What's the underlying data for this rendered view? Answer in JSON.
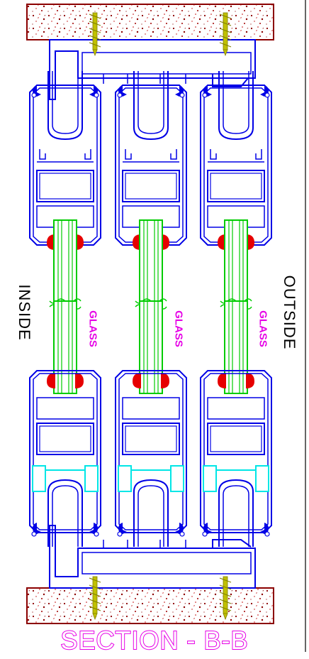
{
  "labels": {
    "inside": "INSIDE",
    "outside": "OUTSIDE",
    "glass": "GLASS",
    "title": "SECTION - B-B"
  },
  "colors": {
    "profile": "#0000e6",
    "glass": "#00cc00",
    "gasket": "#e60000",
    "spacer": "#00e6e6",
    "screw": "#c0c000",
    "concrete_speckle": "#8b0000",
    "label_magenta": "#e600e6"
  },
  "panels": [
    "sash-1",
    "sash-2",
    "sash-3"
  ]
}
